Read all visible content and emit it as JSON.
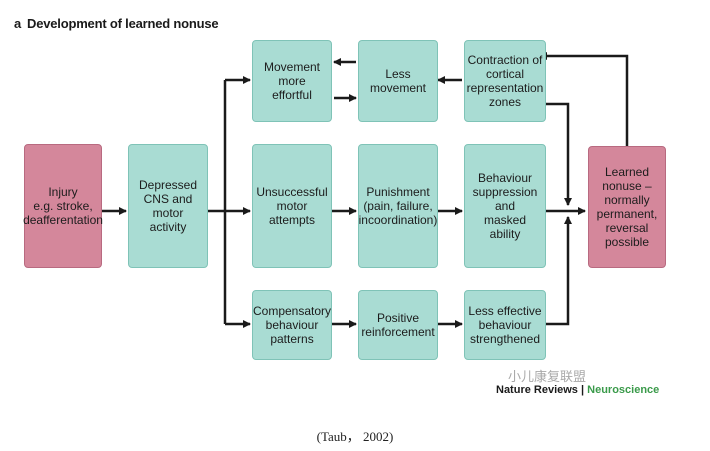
{
  "figure": {
    "panel_letter": "a",
    "title": "Development of learned nonuse",
    "caption": "(Taub， 2002)",
    "credit": {
      "journal": "Nature Reviews",
      "field": "Neuroscience"
    },
    "watermark": "小儿康复联盟"
  },
  "nodes": {
    "injury": "Injury\ne.g. stroke,\ndeafferentation",
    "depressed": "Depressed\nCNS and\nmotor\nactivity",
    "effortful": "Movement\nmore\neffortful",
    "less_movement": "Less\nmovement",
    "contraction": "Contraction of\ncortical\nrepresentation\nzones",
    "unsuccessful": "Unsuccessful\nmotor\nattempts",
    "punishment": "Punishment\n(pain, failure,\nincoordination)",
    "suppression": "Behaviour\nsuppression\nand\nmasked\nability",
    "learned_nonuse": "Learned\nnonuse –\nnormally\npermanent,\nreversal\npossible",
    "compensatory": "Compensatory\nbehaviour\npatterns",
    "positive": "Positive\nreinforcement",
    "less_effective": "Less effective\nbehaviour\nstrengthened"
  },
  "colors": {
    "box_fill": "#a9dcd3",
    "box_border": "#7fc3b7",
    "end_fill": "#d4879b",
    "arrow": "#1a1a1a"
  }
}
